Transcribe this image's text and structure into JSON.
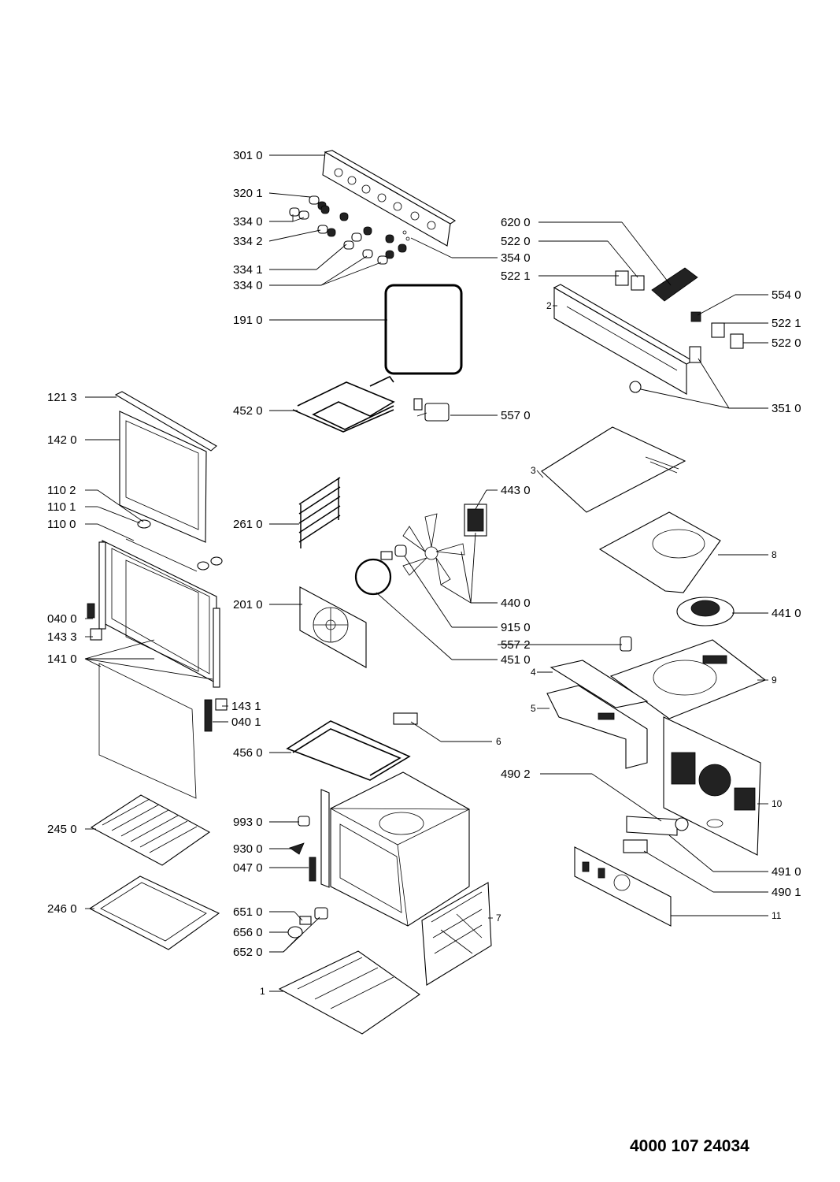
{
  "document_number": "4000 107 24034",
  "callouts": {
    "c3010": "301 0",
    "c3201": "320 1",
    "c3340a": "334 0",
    "c3342": "334 2",
    "c3341": "334 1",
    "c3340b": "334 0",
    "c3540": "354 0",
    "c6200": "620 0",
    "c5220a": "522 0",
    "c5221a": "522 1",
    "c2": "2",
    "c5540": "554 0",
    "c5221b": "522 1",
    "c5220b": "522 0",
    "c1910": "191 0",
    "c1213": "121 3",
    "c4520": "452 0",
    "c5570": "557 0",
    "c3510": "351 0",
    "c1420": "142 0",
    "c3": "3",
    "c1102": "110 2",
    "c4430": "443 0",
    "c1101": "110 1",
    "c2610": "261 0",
    "c1100": "110 0",
    "c8": "8",
    "c4400": "440 0",
    "c2010": "201 0",
    "c0400a": "040 0",
    "c4410": "441 0",
    "c9150": "915 0",
    "c1433": "143 3",
    "c5572": "557 2",
    "c1410": "141 0",
    "c4510": "451 0",
    "c4": "4",
    "c9": "9",
    "c1431": "143 1",
    "c5": "5",
    "c0401": "040 1",
    "c6": "6",
    "c4560": "456 0",
    "c4902": "490 2",
    "c10": "10",
    "c2450": "245 0",
    "c9930": "993 0",
    "c9300": "930 0",
    "c0470": "047 0",
    "c4910": "491 0",
    "c4901": "490 1",
    "c2460": "246 0",
    "c6510": "651 0",
    "c11": "11",
    "c7": "7",
    "c6560": "656 0",
    "c6520": "652 0",
    "c1": "1"
  }
}
